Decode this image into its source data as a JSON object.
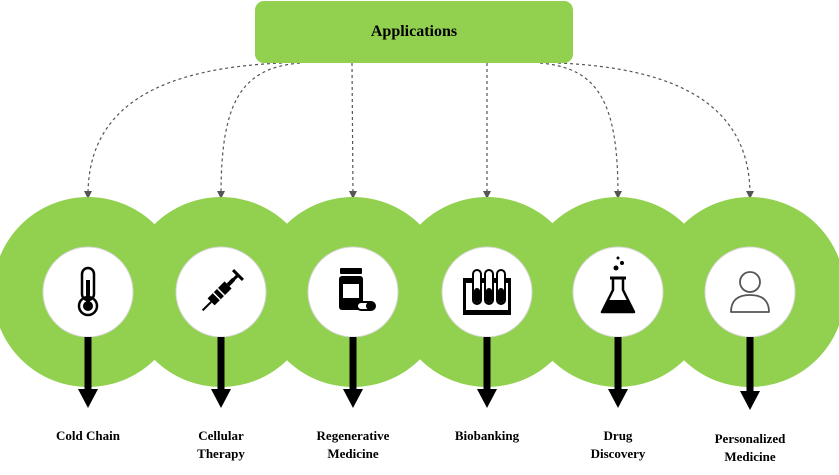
{
  "header": {
    "title": "Applications"
  },
  "colors": {
    "accent": "#92d050",
    "icon": "#000000",
    "connector": "#555555"
  },
  "applications": [
    {
      "icon": "thermometer-icon",
      "label": "Cold  Chain"
    },
    {
      "icon": "syringe-icon",
      "label": "Cellular\nTherapy"
    },
    {
      "icon": "pill-bottle-icon",
      "label": "Regenerative\nMedicine"
    },
    {
      "icon": "test-tubes-icon",
      "label": "Biobanking"
    },
    {
      "icon": "flask-icon",
      "label": "Drug\nDiscovery"
    },
    {
      "icon": "person-icon",
      "label": "Personalized\nMedicine"
    }
  ]
}
